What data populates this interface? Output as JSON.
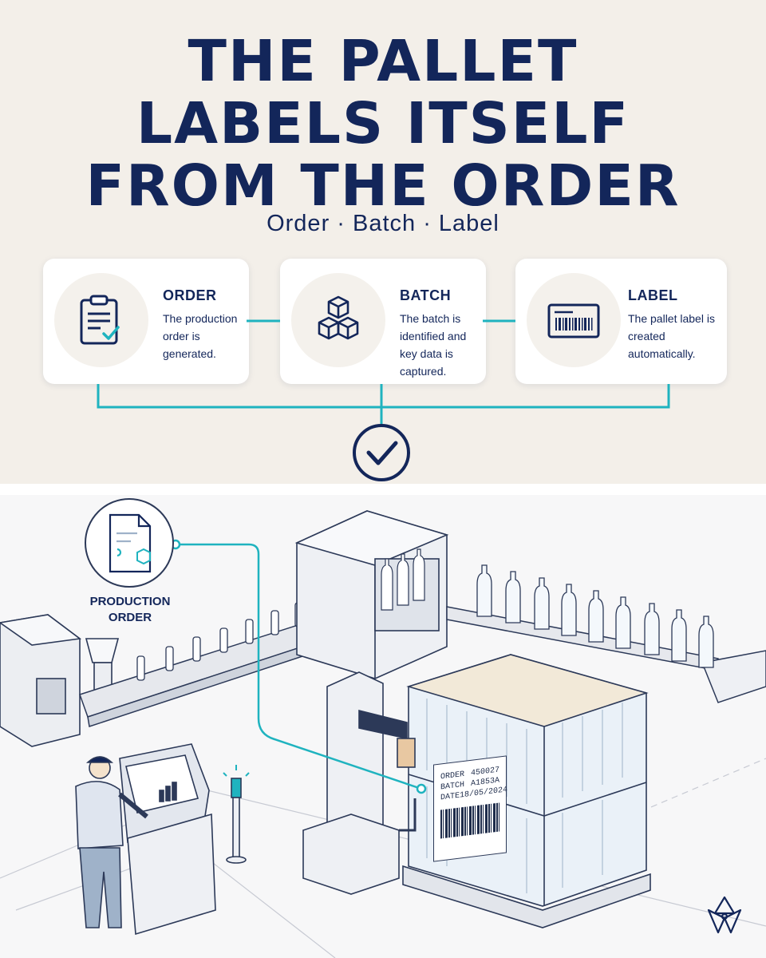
{
  "title": {
    "line1": "THE PALLET",
    "line2": "LABELS ITSELF",
    "line3": "FROM THE ORDER"
  },
  "subtitle": "Order · Batch · Label",
  "steps": [
    {
      "name": "ORDER",
      "description": "The production order is generated.",
      "icon": "clipboard-check-icon"
    },
    {
      "name": "BATCH",
      "description": "The batch is identified and key data is captured.",
      "icon": "stacked-boxes-icon"
    },
    {
      "name": "LABEL",
      "description": "The pallet label is created automatically.",
      "icon": "barcode-label-icon"
    }
  ],
  "scene": {
    "production_order_label": "PRODUCTION ORDER",
    "pallet_label": {
      "order_key": "ORDER",
      "order_value": "450027",
      "batch_key": "BATCH",
      "batch_value": "A1853A",
      "date_key": "DATE",
      "date_value": "18/05/2024"
    }
  },
  "colors": {
    "navy": "#13265a",
    "teal": "#1fb3bf",
    "background": "#f3efe9"
  }
}
